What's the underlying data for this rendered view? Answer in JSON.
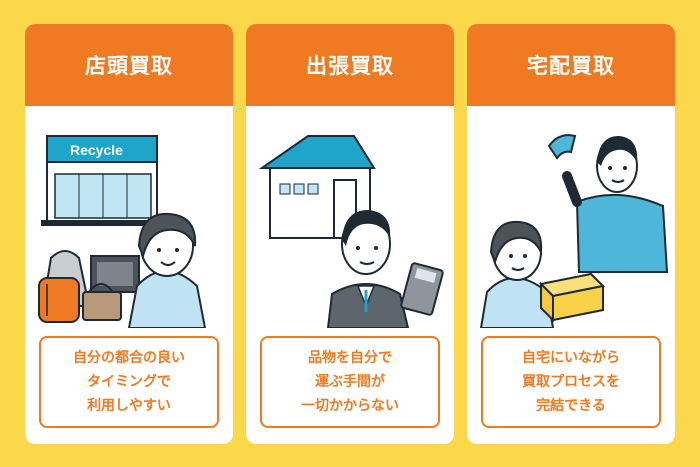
{
  "colors": {
    "background": "#FBD84A",
    "accent": "#F07A22",
    "card": "#FFFFFF"
  },
  "cards": [
    {
      "title": "店頭買取",
      "store_sign": "Recycle",
      "description": [
        "自分の都合の良い",
        "タイミングで",
        "利用しやすい"
      ]
    },
    {
      "title": "出張買取",
      "description": [
        "品物を自分で",
        "運ぶ手間が",
        "一切かからない"
      ]
    },
    {
      "title": "宅配買取",
      "description": [
        "自宅にいながら",
        "買取プロセスを",
        "完結できる"
      ]
    }
  ]
}
